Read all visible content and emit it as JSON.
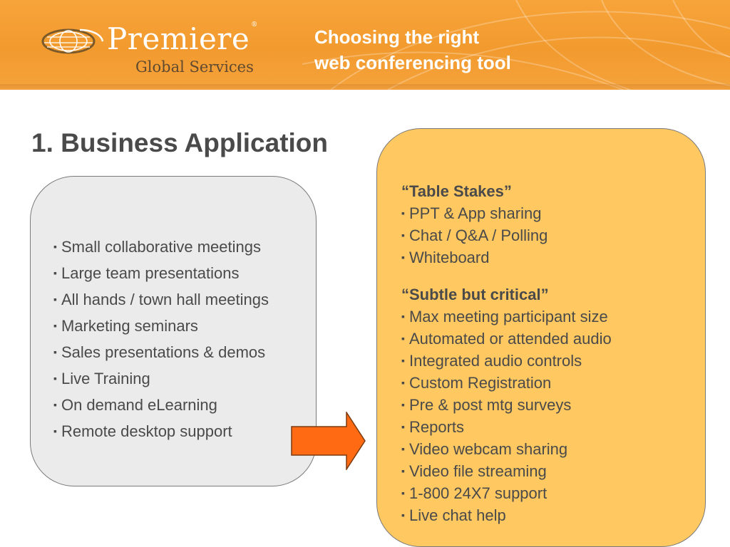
{
  "header": {
    "logo": {
      "name": "Premiere",
      "tagline": "Global Services"
    },
    "title_line1": "Choosing the right",
    "title_line2": "web conferencing tool"
  },
  "slide_title": "1. Business Application",
  "bullet_glyph": "▪",
  "use_cases": [
    "Small collaborative meetings",
    "Large team presentations",
    "All hands / town hall meetings",
    "Marketing seminars",
    "Sales presentations & demos",
    "Live Training",
    "On demand eLearning",
    "Remote desktop support"
  ],
  "features": {
    "table_stakes": {
      "heading": "“Table Stakes”",
      "items": [
        "PPT & App sharing",
        "Chat / Q&A / Polling",
        "Whiteboard"
      ]
    },
    "subtle_critical": {
      "heading": "“Subtle but critical”",
      "items": [
        "Max meeting participant size",
        "Automated or attended audio",
        "Integrated audio controls",
        "Custom Registration",
        "Pre & post mtg surveys",
        "Reports",
        "Video webcam sharing",
        "Video file streaming",
        "1-800 24X7 support",
        "Live chat help"
      ]
    }
  },
  "colors": {
    "header_orange": "#f29a2e",
    "feature_box": "#ffc861",
    "usecase_box": "#ebebeb",
    "arrow": "#ff6a13",
    "text": "#4a4a4a"
  },
  "icons": {
    "logo": "globe-swoosh-icon",
    "arrow": "right-arrow-icon"
  }
}
